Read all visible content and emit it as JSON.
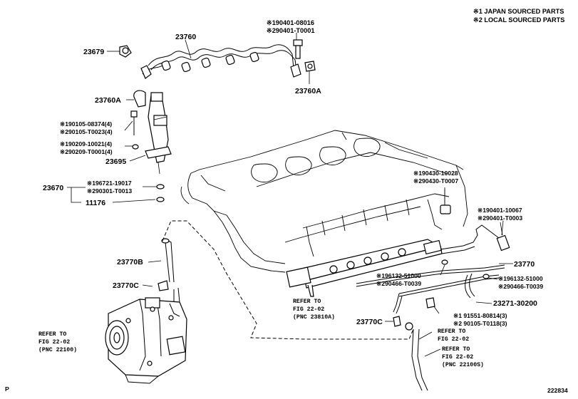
{
  "legend": {
    "japan": "※1 JAPAN SOURCED PARTS",
    "local": "※2 LOCAL SOURCED PARTS"
  },
  "labels": {
    "p23760": "23760",
    "p23679": "23679",
    "bolt_top_1": "※190401-08016",
    "bolt_top_2": "※290401-T0001",
    "p23760a_left": "23760A",
    "p23760a_right": "23760A",
    "bolt_inj_1": "※190105-08374(4)",
    "bolt_inj_2": "※290105-T0023(4)",
    "washer_inj_1": "※190209-10021(4)",
    "washer_inj_2": "※290209-T0001(4)",
    "p23695": "23695",
    "p23670": "23670",
    "oring_1": "※196721-19017",
    "oring_2": "※290301-T0013",
    "p11176": "11176",
    "plug_1": "※190430-10028",
    "plug_2": "※290430-T0007",
    "bolt_right_1": "※190401-10067",
    "bolt_right_2": "※290401-T0003",
    "p23770": "23770",
    "gasket_mid_1": "※196132-51000",
    "gasket_mid_2": "※290466-T0039",
    "gasket_right_1": "※196132-51000",
    "gasket_right_2": "※290466-T0039",
    "p23271": "23271-30200",
    "p23770b": "23770B",
    "p23770c_left": "23770C",
    "p23770c_right": "23770C",
    "nut_1": "※1 91551-80814(3)",
    "nut_2": "※2 90105-T0118(3)",
    "ref_mid_1": "REFER TO",
    "ref_mid_2": "FIG 22-02",
    "ref_mid_3": "(PNC 23810A)",
    "ref_pump_1": "REFER TO",
    "ref_pump_2": "FIG 22-02",
    "ref_pump_3": "(PNC 22100)",
    "ref_hose_1": "REFER TO",
    "ref_hose_2": "FIG 22-02",
    "ref_br_1": "REFER TO",
    "ref_br_2": "FIG 22-02",
    "ref_br_3": "(PNC 22100S)",
    "corner_p": "P",
    "diagram_id": "222834"
  }
}
